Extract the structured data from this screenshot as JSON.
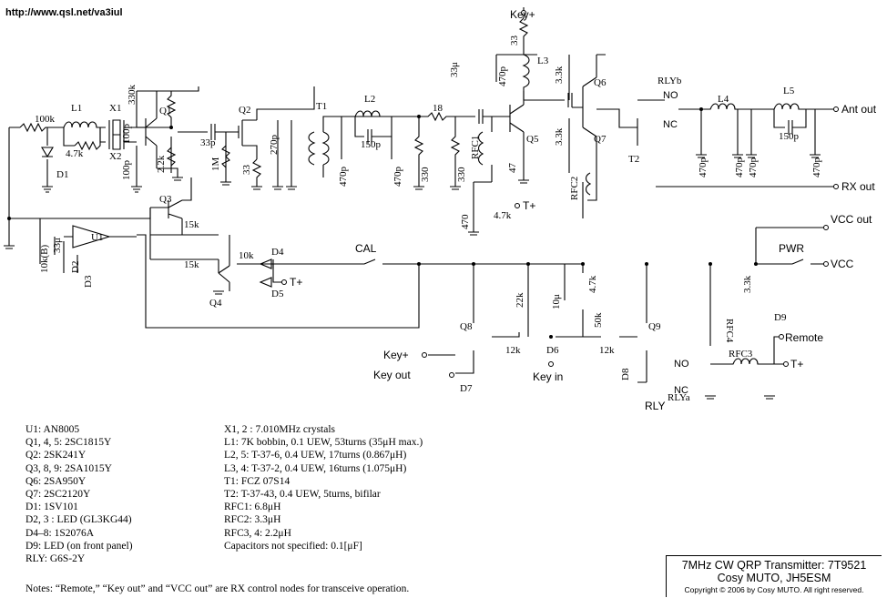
{
  "url": "http://www.qsl.net/va3iul",
  "title_block": {
    "title": "7MHz CW QRP Transmitter: 7T9521",
    "author": "Cosy MUTO, JH5ESM",
    "copyright": "Copyright © 2006 by Cosy MUTO.  All right reserved."
  },
  "notes": "Notes: “Remote,” “Key out” and “VCC out” are RX control nodes for transceive operation.",
  "parts_left": [
    "U1: AN8005",
    "Q1, 4, 5: 2SC1815Y",
    "Q2: 2SK241Y",
    "Q3, 8, 9: 2SA1015Y",
    "Q6: 2SA950Y",
    "Q7: 2SC2120Y",
    "D1: 1SV101",
    "D2, 3 : LED (GL3KG44)",
    "D4–8: 1S2076A",
    "D9: LED (on front panel)",
    "RLY: G6S-2Y"
  ],
  "parts_right": [
    "X1, 2 : 7.010MHz crystals",
    "L1: 7K bobbin, 0.1 UEW, 53turns (35μH max.)",
    "L2, 5: T-37-6, 0.4 UEW, 17turns (0.867μH)",
    "L3, 4: T-37-2, 0.4 UEW, 16turns (1.075μH)",
    "T1: FCZ 07S14",
    "T2: T-37-43, 0.4 UEW, 5turns, bifilar",
    "RFC1: 6.8μH",
    "RFC2: 3.3μH",
    "RFC3, 4: 2.2μH",
    "Capacitors not specified: 0.1[μF]"
  ],
  "nodes": {
    "key_plus": "Key+",
    "key_plus2": "Key+",
    "key_out": "Key out",
    "key_in": "Key in",
    "ant_out": "Ant out",
    "rx_out": "RX out",
    "vcc_out": "VCC out",
    "vcc": "VCC",
    "pwr": "PWR",
    "cal": "CAL",
    "remote": "Remote",
    "t_plus1": "T+",
    "t_plus2": "T+",
    "t_plus3": "T+",
    "rly": "RLY",
    "rlyb": "RLYb",
    "rlya": "RLYa",
    "no1": "NO",
    "nc1": "NC",
    "no2": "NO",
    "nc2": "NC"
  },
  "components": {
    "r100k": "100k",
    "l1": "L1",
    "r47k": "4.7k",
    "x1": "X1",
    "x2": "X2",
    "d1": "D1",
    "r330k": "330k",
    "q1": "Q1",
    "c100p1": "100p",
    "c100p2": "100p",
    "r22k": "2.2k",
    "c33p": "33p",
    "q2": "Q2",
    "r1m": "1M",
    "r33": "33",
    "c270p": "270p",
    "t1": "T1",
    "c470p1": "470p",
    "l2": "L2",
    "c150p1": "150p",
    "c470p2": "470p",
    "r330a": "330",
    "r18": "18",
    "r330b": "330",
    "rfc1": "RFC1",
    "q5": "Q5",
    "r47": "47",
    "r470": "470",
    "r47k2": "4.7k",
    "c33u": "33μ",
    "c470p3": "470p",
    "r33b": "33",
    "l3": "L3",
    "r33k1": "3.3k",
    "r33k2": "3.3k",
    "q6": "Q6",
    "q7": "Q7",
    "rfc2": "RFC2",
    "t2": "T2",
    "l4": "L4",
    "l5": "L5",
    "c150p2": "150p",
    "c470p4": "470p",
    "c470p5": "470p",
    "c470p6": "470p",
    "c470p7": "470p",
    "q3": "Q3",
    "r15k1": "15k",
    "r15k2": "15k",
    "q4": "Q4",
    "r10k": "10k",
    "d4": "D4",
    "d5": "D5",
    "u1": "U1",
    "c33u2": "33μ",
    "r10kb": "10k(B)",
    "d2": "D2",
    "d3": "D3",
    "r22k2": "22k",
    "c10u": "10μ",
    "r47k3": "4.7k",
    "r50k": "50k",
    "q8": "Q8",
    "q9": "Q9",
    "r12k1": "12k",
    "r12k2": "12k",
    "d6": "D6",
    "d7": "D7",
    "d8": "D8",
    "d9": "D9",
    "rfc3": "RFC3",
    "rfc4": "RFC4",
    "r33k3": "3.3k"
  }
}
